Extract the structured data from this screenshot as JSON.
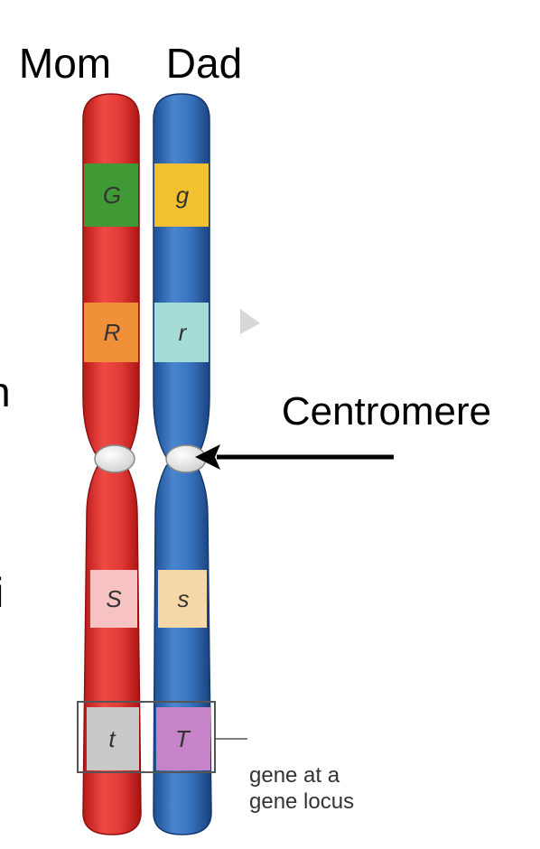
{
  "labels": {
    "mom": "Mom",
    "dad": "Dad",
    "centromere": "Centromere",
    "locus_line1": "gene at a",
    "locus_line2": "gene locus",
    "edge_glyph_upper": "n",
    "edge_glyph_lower": "i"
  },
  "colors": {
    "mom_chromosome": "#dd2a2a",
    "dad_chromosome": "#2f6bb5",
    "centromere": "#f4f4f4",
    "locus_box": "#555555",
    "arrow": "#000000"
  },
  "mom_bands": [
    {
      "allele": "G",
      "color": "#3f9a35"
    },
    {
      "allele": "R",
      "color": "#f0913a"
    },
    {
      "allele": "S",
      "color": "#f6c2c2"
    },
    {
      "allele": "t",
      "color": "#c9c9c9"
    }
  ],
  "dad_bands": [
    {
      "allele": "g",
      "color": "#f3c12f"
    },
    {
      "allele": "r",
      "color": "#a6dcd6"
    },
    {
      "allele": "s",
      "color": "#f6d7a8"
    },
    {
      "allele": "T",
      "color": "#c783c8"
    }
  ]
}
